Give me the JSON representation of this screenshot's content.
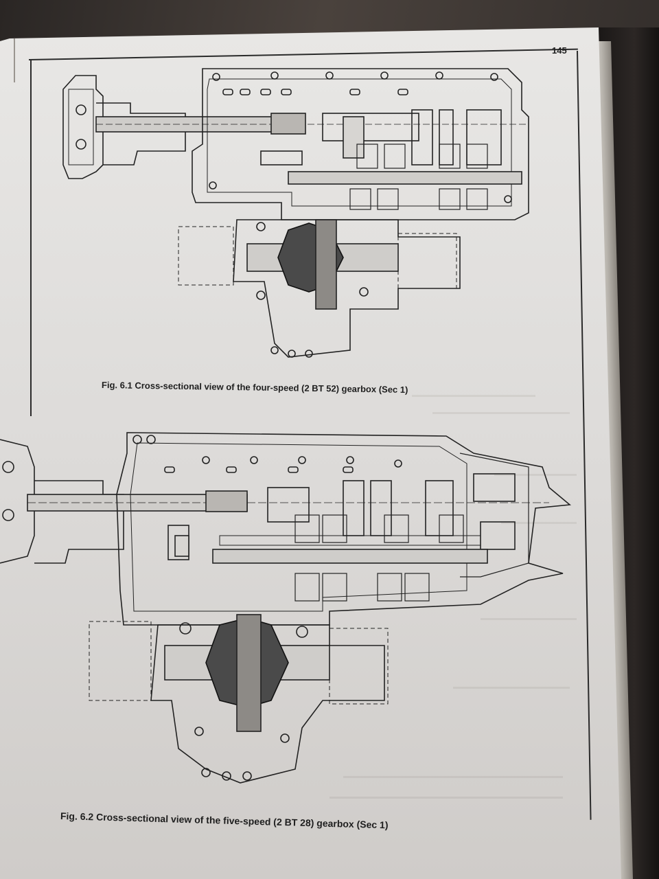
{
  "page": {
    "number": "145"
  },
  "figures": [
    {
      "caption": "Fig. 6.1 Cross-sectional view of the four-speed (2 BT 52) gearbox (Sec 1)"
    },
    {
      "caption": "Fig. 6.2 Cross-sectional view of the five-speed (2 BT 28) gearbox (Sec 1)"
    }
  ],
  "colors": {
    "ink": "#1e1e1e",
    "paper": "#e2e0de",
    "cover": "#1f1b1a"
  }
}
